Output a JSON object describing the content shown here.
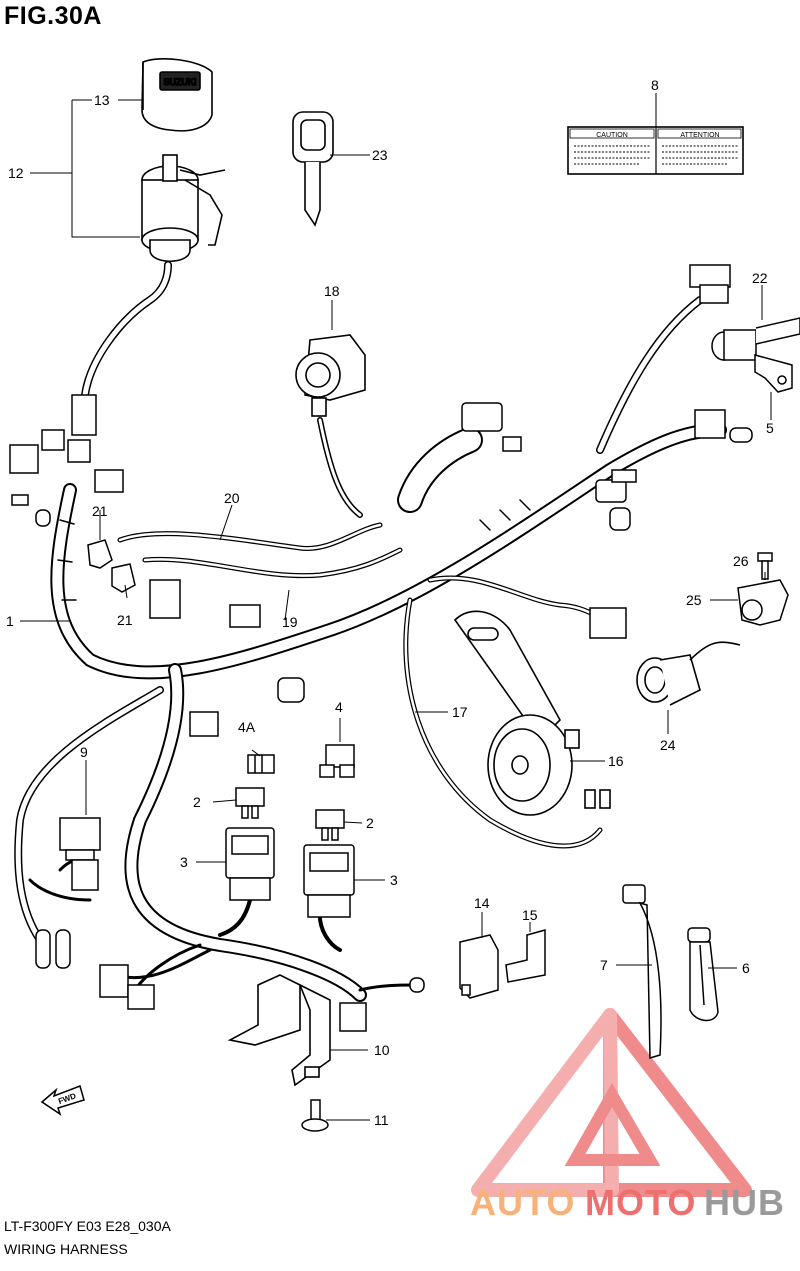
{
  "figure": {
    "title": "FIG.30A",
    "code": "LT-F300FY E03 E28_030A",
    "name": "WIRING HARNESS"
  },
  "parts": [
    {
      "ref": "1"
    },
    {
      "ref": "2"
    },
    {
      "ref": "2"
    },
    {
      "ref": "3"
    },
    {
      "ref": "3"
    },
    {
      "ref": "4"
    },
    {
      "ref": "4A"
    },
    {
      "ref": "5"
    },
    {
      "ref": "6"
    },
    {
      "ref": "7"
    },
    {
      "ref": "8"
    },
    {
      "ref": "9"
    },
    {
      "ref": "10"
    },
    {
      "ref": "11"
    },
    {
      "ref": "12"
    },
    {
      "ref": "13"
    },
    {
      "ref": "14"
    },
    {
      "ref": "15"
    },
    {
      "ref": "16"
    },
    {
      "ref": "17"
    },
    {
      "ref": "18"
    },
    {
      "ref": "19"
    },
    {
      "ref": "20"
    },
    {
      "ref": "21"
    },
    {
      "ref": "21"
    },
    {
      "ref": "22"
    },
    {
      "ref": "23"
    },
    {
      "ref": "24"
    },
    {
      "ref": "25"
    },
    {
      "ref": "26"
    }
  ],
  "labels": {
    "caution": "CAUTION",
    "attention": "ATTENTION",
    "key_brand": "SUZUKI",
    "fwd": "FWD"
  },
  "watermark": {
    "part1": "AUTO",
    "part2": "MOTO",
    "part3": "HUB",
    "color1": "#f6b27a",
    "color2": "#ee6f6f",
    "color3": "#9a9a9a"
  }
}
